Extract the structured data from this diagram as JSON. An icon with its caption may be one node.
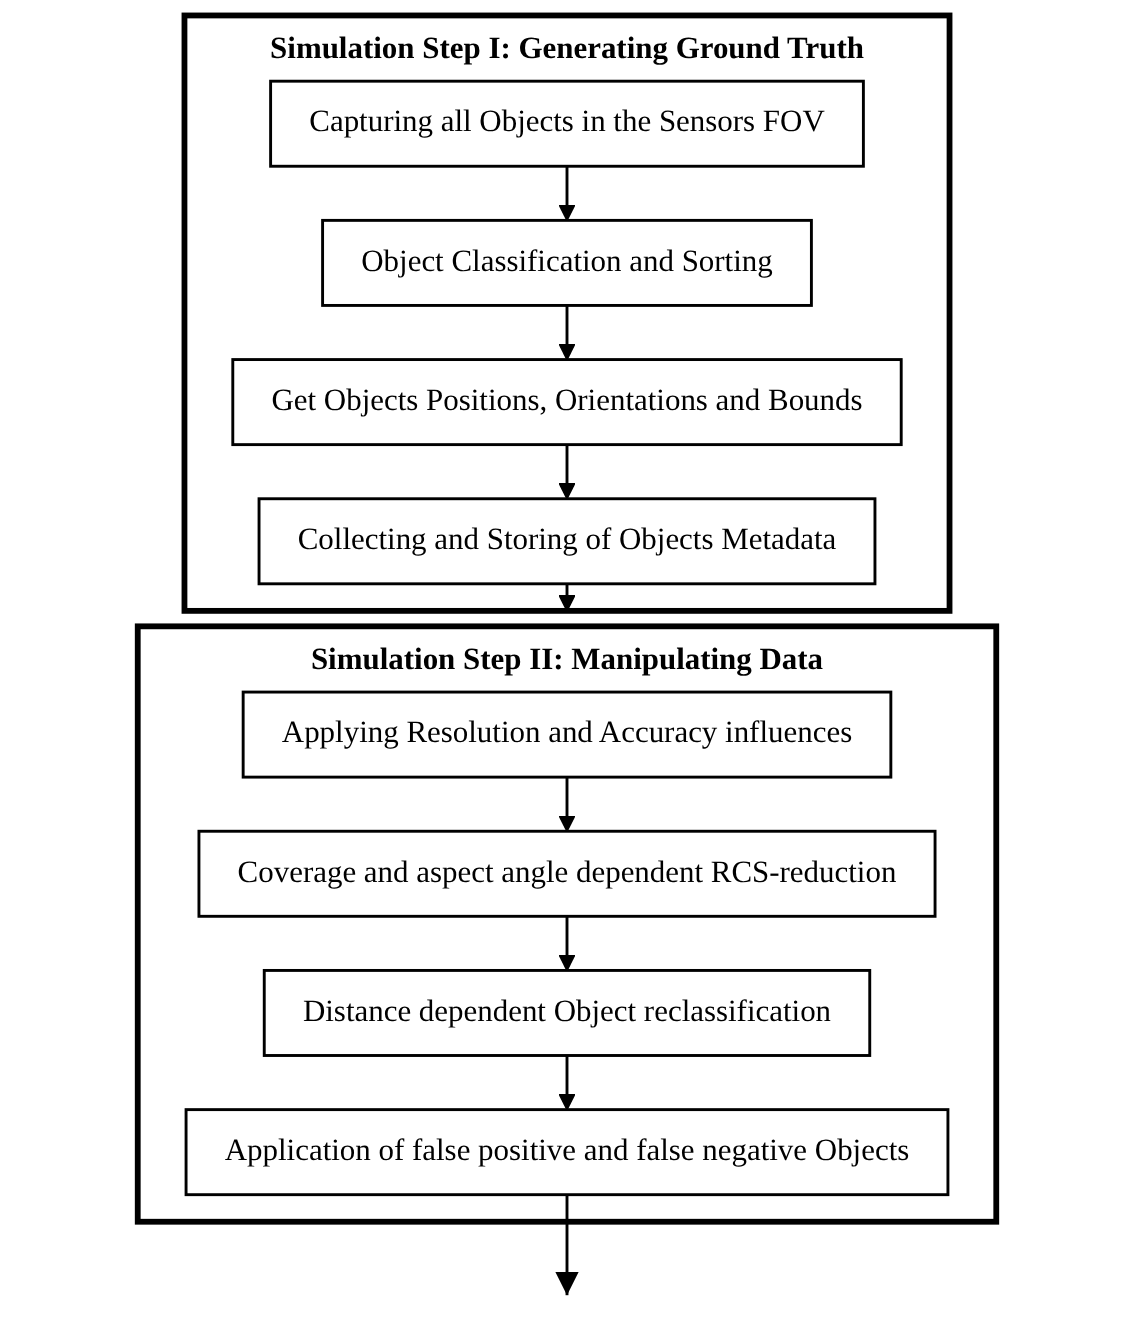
{
  "diagram": {
    "nodes": [
      {
        "text": [
          "Simulation Step I: Generating Ground Truth"
        ]
      },
      {
        "text": [
          "Capturing all Objects in the Sensors FOV"
        ],
        "in": 0
      },
      {
        "text": [
          "Object Classification and Sorting"
        ],
        "in": 0
      },
      {
        "text": [
          "Get Objects Positions, Orientations and Bounds"
        ],
        "in": 0
      },
      {
        "text": [
          "Collecting and Storing of Objects Metadata"
        ],
        "in": 0
      },
      {
        "text": [
          "Simulation Step II: Manipulating Data"
        ]
      },
      {
        "text": [
          "Applying Resolution and Accuracy influences"
        ],
        "in": 5
      },
      {
        "text": [
          "Coverage and aspect angle dependent RCS-reduction"
        ],
        "in": 5
      },
      {
        "text": [
          "Distance dependent Object reclassification"
        ],
        "in": 5
      },
      {
        "text": [
          "Application of false positive and false negative Objects"
        ],
        "in": 5
      }
    ],
    "edges": [
      {
        "from": 1,
        "to": 2,
        "arrow": "to"
      },
      {
        "from": 2,
        "to": 3,
        "arrow": "to"
      },
      {
        "from": 3,
        "to": 4,
        "arrow": "to"
      },
      {
        "from": 4,
        "to": 5,
        "arrow": "to"
      },
      {
        "from": 6,
        "to": 7,
        "arrow": "to"
      },
      {
        "from": 7,
        "to": 8,
        "arrow": "to"
      },
      {
        "from": 8,
        "to": 9,
        "arrow": "to"
      },
      {
        "from": 9,
        "to": null,
        "arrow": "to"
      }
    ]
  }
}
